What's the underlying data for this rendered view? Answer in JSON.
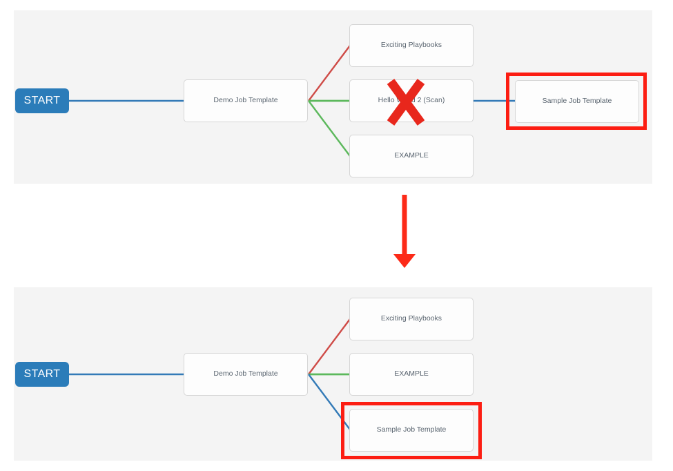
{
  "colors": {
    "panel_background": "#f4f4f4",
    "page_background": "#ffffff",
    "start_node": "#2b7cb9",
    "node_border": "#d6d6d6",
    "node_background": "#fdfdfd",
    "node_text": "#5a6570",
    "edge_always": "#337ab7",
    "edge_failure": "#d9534f",
    "edge_success": "#5cb85c",
    "highlight": "#fc1d12",
    "arrow": "#fc2a18",
    "x_marker": "#e8271c"
  },
  "panels": [
    {
      "id": "before",
      "start_label": "START",
      "nodes": [
        {
          "id": "demo-job-template",
          "label": "Demo Job Template",
          "highlighted": false
        },
        {
          "id": "exciting-playbooks",
          "label": "Exciting Playbooks",
          "highlighted": false
        },
        {
          "id": "hello-world-2-scan",
          "label": "Hello World 2 (Scan)",
          "highlighted": false,
          "marked_for_removal": true
        },
        {
          "id": "example",
          "label": "EXAMPLE",
          "highlighted": false
        },
        {
          "id": "sample-job-template",
          "label": "Sample Job Template",
          "highlighted": true
        }
      ],
      "edges": [
        {
          "from": "start",
          "to": "demo-job-template",
          "color": "#337ab7",
          "type": "always"
        },
        {
          "from": "demo-job-template",
          "to": "exciting-playbooks",
          "color": "#d9534f",
          "type": "failure"
        },
        {
          "from": "demo-job-template",
          "to": "hello-world-2-scan",
          "color": "#5cb85c",
          "type": "success"
        },
        {
          "from": "demo-job-template",
          "to": "example",
          "color": "#5cb85c",
          "type": "success"
        },
        {
          "from": "hello-world-2-scan",
          "to": "sample-job-template",
          "color": "#337ab7",
          "type": "always"
        }
      ]
    },
    {
      "id": "after",
      "start_label": "START",
      "nodes": [
        {
          "id": "demo-job-template",
          "label": "Demo Job Template",
          "highlighted": false
        },
        {
          "id": "exciting-playbooks",
          "label": "Exciting Playbooks",
          "highlighted": false
        },
        {
          "id": "example",
          "label": "EXAMPLE",
          "highlighted": false
        },
        {
          "id": "sample-job-template",
          "label": "Sample Job Template",
          "highlighted": true
        }
      ],
      "edges": [
        {
          "from": "start",
          "to": "demo-job-template",
          "color": "#337ab7",
          "type": "always"
        },
        {
          "from": "demo-job-template",
          "to": "exciting-playbooks",
          "color": "#d9534f",
          "type": "failure"
        },
        {
          "from": "demo-job-template",
          "to": "example",
          "color": "#5cb85c",
          "type": "success"
        },
        {
          "from": "demo-job-template",
          "to": "sample-job-template",
          "color": "#337ab7",
          "type": "always"
        }
      ]
    }
  ],
  "transition": {
    "direction": "down",
    "color": "#fc2a18"
  },
  "top": {
    "start_label": "START",
    "demo": "Demo Job Template",
    "exciting": "Exciting Playbooks",
    "hello": "Hello World 2 (Scan)",
    "example": "EXAMPLE",
    "sample": "Sample Job Template"
  },
  "bottom": {
    "start_label": "START",
    "demo": "Demo Job Template",
    "exciting": "Exciting Playbooks",
    "example": "EXAMPLE",
    "sample": "Sample Job Template"
  }
}
